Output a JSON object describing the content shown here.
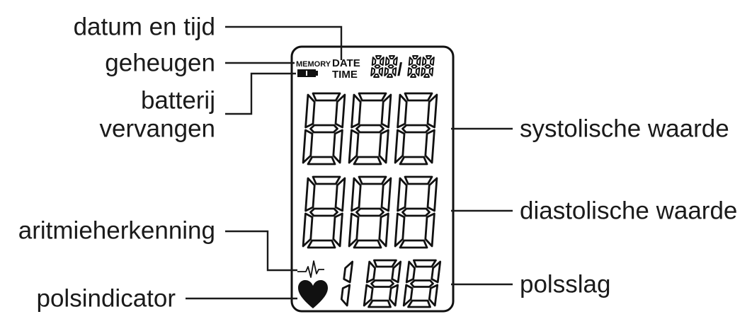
{
  "labels": {
    "datetime": "datum en tijd",
    "memory": "geheugen",
    "battery_line1": "batterij",
    "battery_line2": "vervangen",
    "arrhythmia": "aritmieherkenning",
    "pulse_indicator": "polsindicator",
    "systolic": "systolische waarde",
    "diastolic": "diastolische waarde",
    "pulse": "polsslag"
  },
  "display": {
    "memory_tag": "MEMORY",
    "date_tag": "DATE",
    "time_tag": "TIME",
    "datetime_digits": "88",
    "datetime_separator": "/",
    "datetime_digits_2": "88",
    "systolic_digits": "888",
    "diastolic_digits": "888",
    "pulse_digits": "188",
    "icons": [
      "battery-icon",
      "ecg-wave-icon",
      "heart-icon"
    ]
  },
  "colors": {
    "ink": "#111111",
    "background": "#ffffff"
  }
}
